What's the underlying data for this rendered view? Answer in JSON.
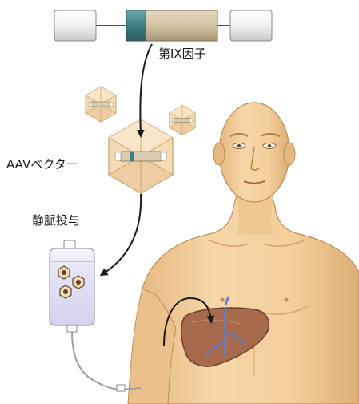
{
  "labels": {
    "factor_ix": "第IX因子",
    "aav_vector": "AAVベクター",
    "iv_administration": "静脈投与"
  },
  "colors": {
    "skin": "#f3cf9c",
    "skin_shadow": "#e3b47a",
    "liver": "#a86a4c",
    "liver_vessel": "#5f7fc7",
    "gene_teal": "#3f7f84",
    "gene_tan": "#cfc0a2",
    "capsid": "#f4dbb4",
    "iv_fluid": "#dcd9f4",
    "arrow": "#1a1a1a"
  },
  "icons": [
    "gene-construct-icon",
    "aav-capsid-icon",
    "iv-bag-icon",
    "human-figure-icon",
    "liver-icon"
  ]
}
